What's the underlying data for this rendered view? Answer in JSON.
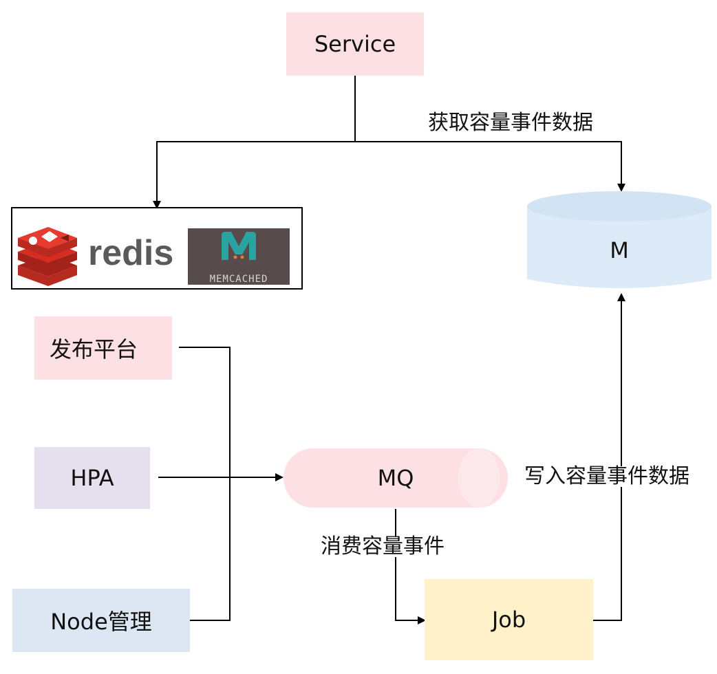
{
  "nodes": {
    "service": "Service",
    "publish_platform": "发布平台",
    "hpa": "HPA",
    "node_mgmt": "Node管理",
    "mq": "MQ",
    "job": "Job",
    "store_m": "M"
  },
  "cache_logos": {
    "redis_wordmark": "redis",
    "memcached_wordmark": "MEMCACHED",
    "memcached_letter": "M"
  },
  "edges": {
    "fetch_capacity_events": "获取容量事件数据",
    "consume_capacity_events": "消费容量事件",
    "write_capacity_events": "写入容量事件数据"
  },
  "colors": {
    "service": "#fde0e3",
    "publish_platform": "#fde0e3",
    "hpa": "#e6e0ee",
    "node_mgmt": "#dde6f3",
    "mq": "#fde0e3",
    "job": "#fff1c9",
    "store_m": "#dcebf7",
    "redis_red": "#d82c20",
    "redis_text": "#5a5a5a",
    "memcached_bg": "#574c4b",
    "memcached_teal": "#29a4a0"
  }
}
